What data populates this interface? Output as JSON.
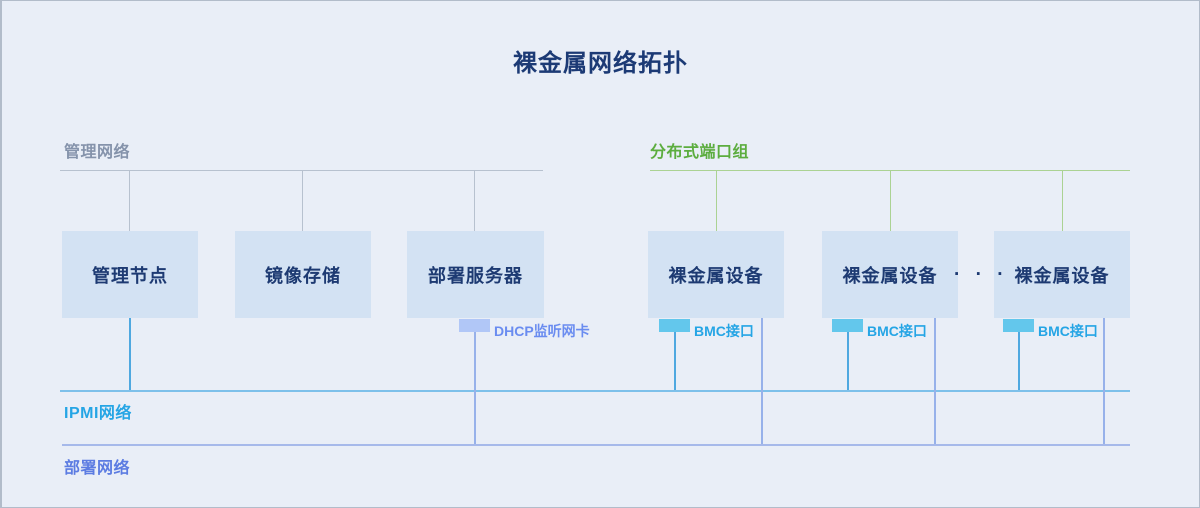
{
  "diagram": {
    "title": "裸金属网络拓扑",
    "management_network": {
      "label": "管理网络"
    },
    "distributed_port_group": {
      "label": "分布式端口组"
    },
    "ipmi_network": {
      "label": "IPMI网络"
    },
    "deployment_network": {
      "label": "部署网络"
    },
    "left_nodes": [
      {
        "label": "管理节点"
      },
      {
        "label": "镜像存储"
      },
      {
        "label": "部署服务器"
      }
    ],
    "bare_metal_nodes": [
      {
        "label": "裸金属设备"
      },
      {
        "label": "裸金属设备"
      },
      {
        "label": "裸金属设备"
      }
    ],
    "dhcp_nic_label": "DHCP监听网卡",
    "bmc_label": "BMC接口",
    "ellipsis": "· · ·",
    "colors": {
      "background": "#e9eef7",
      "node_fill": "#d3e2f3",
      "node_text": "#1d3a72",
      "management_gray": "#8593ab",
      "management_line": "#b7c1cf",
      "port_group_green": "#5cad3f",
      "port_group_line": "#abd293",
      "ipmi_cyan": "#25a5e5",
      "ipmi_line": "#7dc0ea",
      "bmc_tab": "#63c7ec",
      "deployment_blue": "#5c7ce2",
      "deployment_line": "#a6b9ea",
      "dhcp_tab": "#b1c7f7",
      "dhcp_label": "#6a8cf0"
    }
  }
}
